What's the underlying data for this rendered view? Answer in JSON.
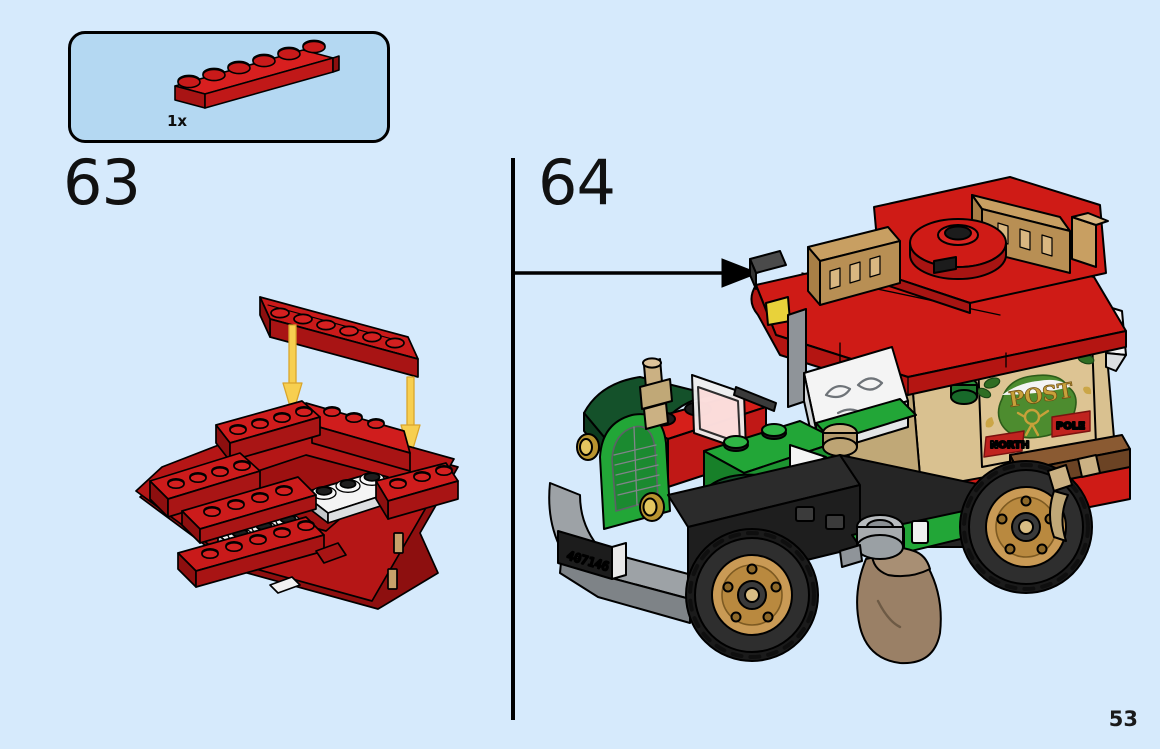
{
  "document": {
    "kind": "lego-building-instructions",
    "page_number": "53",
    "background_color": "#d6eafc"
  },
  "parts_callout": {
    "name": "parts-callout-box",
    "fill_color": "#b4d8f2",
    "border_color": "#000000",
    "parts": [
      {
        "quantity_label": "1x",
        "description": "red plate 1x6",
        "color": "#c91a1a",
        "studs": 6
      }
    ]
  },
  "steps": [
    {
      "number": "63",
      "side": "left",
      "description": "Attach the red 1x6 plate to the red chassis assembly",
      "arrows": [
        {
          "name": "assembly-arrow-left",
          "color": "#f5c43c",
          "direction": "down"
        },
        {
          "name": "assembly-arrow-right",
          "color": "#f5c43c",
          "direction": "down"
        }
      ],
      "sub_assembly": {
        "name": "red-chassis-plate-assembly",
        "colors": {
          "frame": "#c91a1a",
          "frame_dark": "#8d0f0f",
          "inner_plate": "#f2f2f2",
          "inner_plate_shade": "#bfc3c6"
        }
      }
    },
    {
      "number": "64",
      "side": "right",
      "description": "Completed North Pole Post mail truck",
      "pointer_arrow": {
        "name": "step-pointer-arrow",
        "color": "#000000",
        "direction": "right"
      },
      "model": {
        "name": "north-pole-post-truck",
        "license_plate": "407146",
        "sign": {
          "name": "post-office-sign",
          "title": "POST",
          "banner_left": "NORTH",
          "banner_right": "POLE",
          "plaque_color": "#ddc493",
          "badge_color": "#4d8c2f",
          "banner_color": "#c0231f",
          "title_color": "#c8a13a"
        },
        "colors": {
          "roof_red": "#cf1b16",
          "roof_red_dark": "#9e1210",
          "body_tan": "#d9c190",
          "body_tan_dark": "#b59b6b",
          "cab_green": "#22a637",
          "cab_green_dark": "#14722a",
          "hood_red": "#d61f1a",
          "fender_dark_green": "#14512a",
          "chassis_black": "#2b2b2b",
          "bumper_grey": "#9da2a6",
          "wheel_gold": "#c99a55",
          "tyre_black": "#1b1b1b",
          "railing_tan": "#c89f62",
          "sack_brown": "#9a8066",
          "windshield_white": "#f4f4f4"
        },
        "parts_visible": [
          "red curved roof",
          "tan roof railing fence",
          "red round 2x2 plate on roof",
          "tan van body walls",
          "POST / NORTH POLE sign tile",
          "brown bench / rear step",
          "green cab with red hood",
          "gold headlights",
          "chrome front bumper with license plate",
          "gold spoked wheels with black tyres",
          "brown mail sack",
          "white windshield frame",
          "tan lever / handle"
        ]
      }
    }
  ]
}
